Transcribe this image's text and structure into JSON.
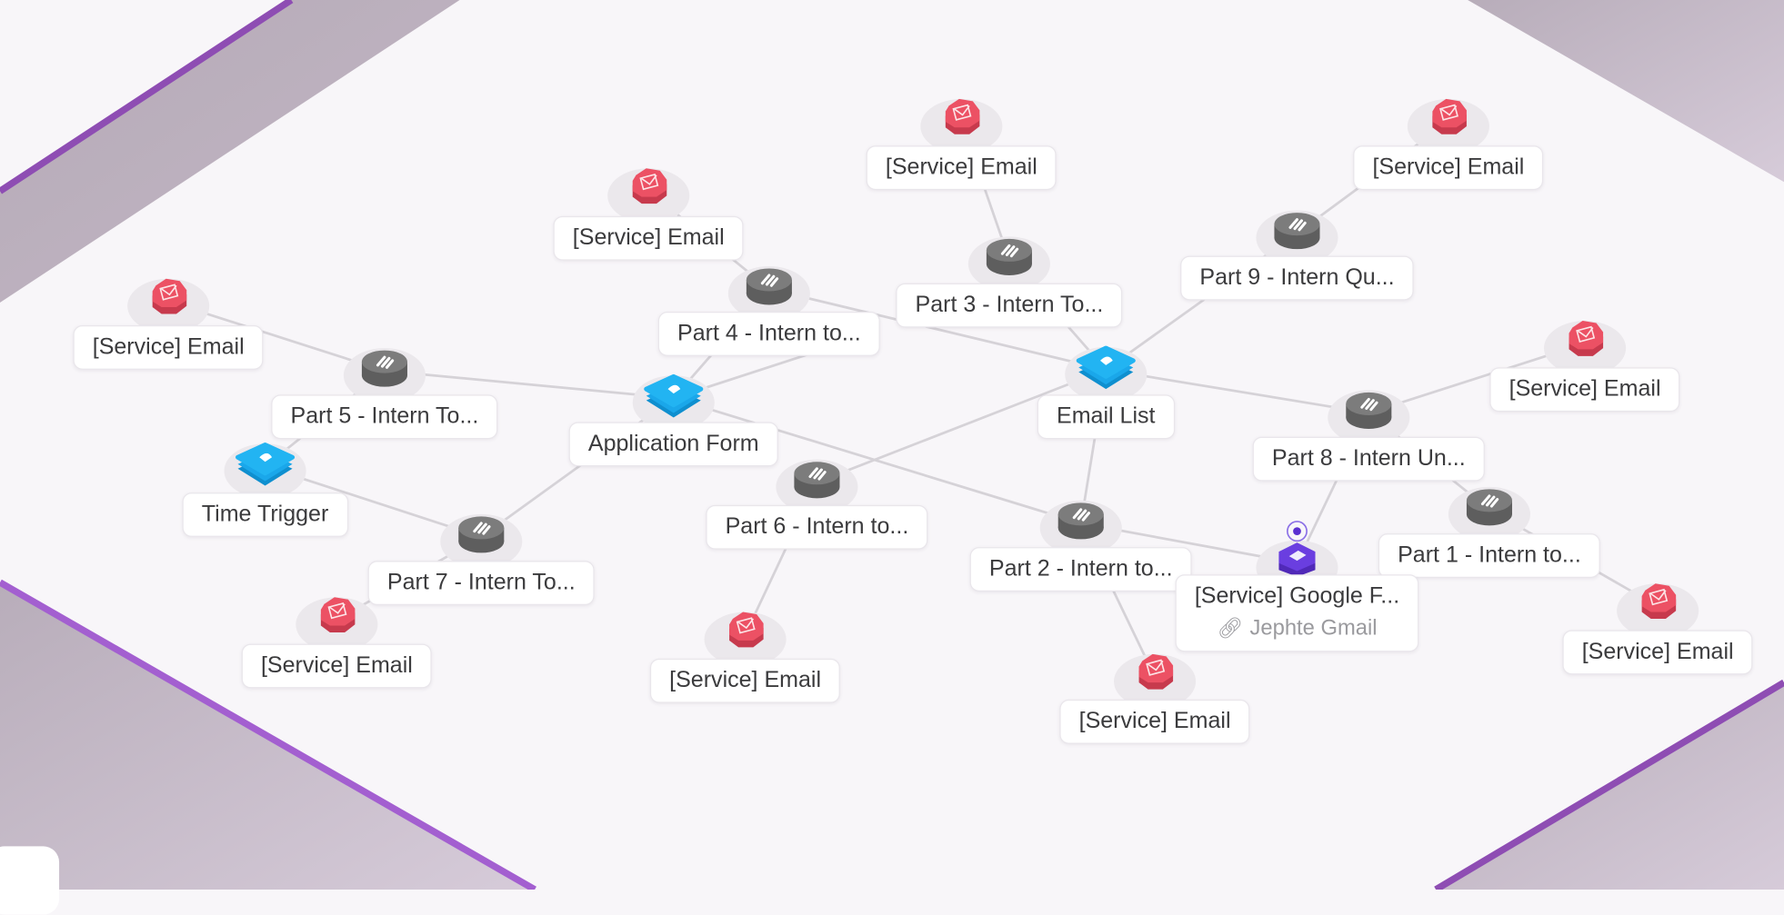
{
  "colors": {
    "service_email": "#e9495c",
    "step": "#737373",
    "trigger": "#1ba9ee",
    "google": "#6333d6",
    "edge": "#d5d2d7",
    "accent_border": "#8e4db3"
  },
  "nodes": [
    {
      "id": "email1",
      "label": "[Service] Email",
      "type": "email"
    },
    {
      "id": "email2",
      "label": "[Service] Email",
      "type": "email"
    },
    {
      "id": "email3",
      "label": "[Service] Email",
      "type": "email"
    },
    {
      "id": "part9",
      "label": "Part 9 - Intern Qu...",
      "type": "step"
    },
    {
      "id": "part3",
      "label": "Part 3 - Intern To...",
      "type": "step"
    },
    {
      "id": "part4",
      "label": "Part 4 - Intern to...",
      "type": "step"
    },
    {
      "id": "email4",
      "label": "[Service] Email",
      "type": "email"
    },
    {
      "id": "part5",
      "label": "Part 5 - Intern To...",
      "type": "step"
    },
    {
      "id": "emaillist",
      "label": "Email List",
      "type": "trigger"
    },
    {
      "id": "appform",
      "label": "Application Form",
      "type": "trigger"
    },
    {
      "id": "email5",
      "label": "[Service] Email",
      "type": "email"
    },
    {
      "id": "part8",
      "label": "Part 8 - Intern Un...",
      "type": "step"
    },
    {
      "id": "timetrigger",
      "label": "Time Trigger",
      "type": "trigger"
    },
    {
      "id": "part6",
      "label": "Part 6 - Intern to...",
      "type": "step"
    },
    {
      "id": "part1",
      "label": "Part 1 - Intern to...",
      "type": "step"
    },
    {
      "id": "part2",
      "label": "Part 2 - Intern to...",
      "type": "step"
    },
    {
      "id": "part7",
      "label": "Part 7 - Intern To...",
      "type": "step"
    },
    {
      "id": "google",
      "label": "[Service] Google F...",
      "sublabel": "Jephte Gmail",
      "sub_icon": "link-icon",
      "type": "google"
    },
    {
      "id": "email6",
      "label": "[Service] Email",
      "type": "email"
    },
    {
      "id": "email7",
      "label": "[Service] Email",
      "type": "email"
    },
    {
      "id": "email8",
      "label": "[Service] Email",
      "type": "email"
    },
    {
      "id": "email9",
      "label": "[Service] Email",
      "type": "email"
    }
  ],
  "edges": [
    [
      "email1",
      "part3"
    ],
    [
      "part3",
      "emaillist"
    ],
    [
      "email2",
      "part9"
    ],
    [
      "part9",
      "emaillist"
    ],
    [
      "email3",
      "part4"
    ],
    [
      "part4",
      "emaillist"
    ],
    [
      "part4",
      "appform"
    ],
    [
      "email4",
      "part5"
    ],
    [
      "part5",
      "appform"
    ],
    [
      "appform",
      "part2"
    ],
    [
      "appform",
      "part7"
    ],
    [
      "timetrigger",
      "part5"
    ],
    [
      "timetrigger",
      "part7"
    ],
    [
      "emaillist",
      "part6"
    ],
    [
      "emaillist",
      "part2"
    ],
    [
      "emaillist",
      "part8"
    ],
    [
      "email5",
      "part8"
    ],
    [
      "part8",
      "part1"
    ],
    [
      "part8",
      "google"
    ],
    [
      "part1",
      "email8"
    ],
    [
      "part2",
      "email9"
    ],
    [
      "part6",
      "email7"
    ],
    [
      "part7",
      "email6"
    ],
    [
      "google",
      "part2"
    ],
    [
      "appform",
      "part4b"
    ]
  ]
}
